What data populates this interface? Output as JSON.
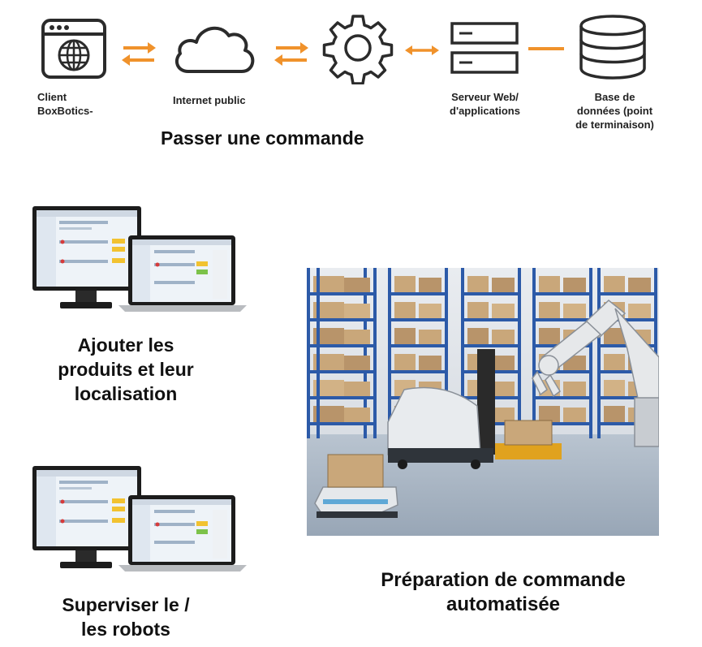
{
  "diagram": {
    "nodes": [
      {
        "id": "client",
        "icon": "browser-globe-icon",
        "label_line1": "Client",
        "label_line2": "BoxBotics-"
      },
      {
        "id": "internet",
        "icon": "cloud-icon",
        "label": "Internet public"
      },
      {
        "id": "gateway",
        "icon": "gear-icon"
      },
      {
        "id": "server",
        "icon": "server-icon",
        "label_line1": "Serveur Web/",
        "label_line2": "d'applications"
      },
      {
        "id": "database",
        "icon": "database-icon",
        "label_line1": "Base de",
        "label_line2": "données (point",
        "label_line3": "de terminaison)"
      }
    ],
    "connector_color": "#f0922b",
    "icon_color": "#2b2b2b",
    "title": "Passer une commande"
  },
  "sections": {
    "add_products": {
      "line1": "Ajouter les",
      "line2": "produits et leur",
      "line3": "localisation"
    },
    "supervise": {
      "line1": "Superviser le /",
      "line2": "les robots"
    },
    "picking": {
      "line1": "Préparation de commande",
      "line2": "automatisée"
    }
  }
}
